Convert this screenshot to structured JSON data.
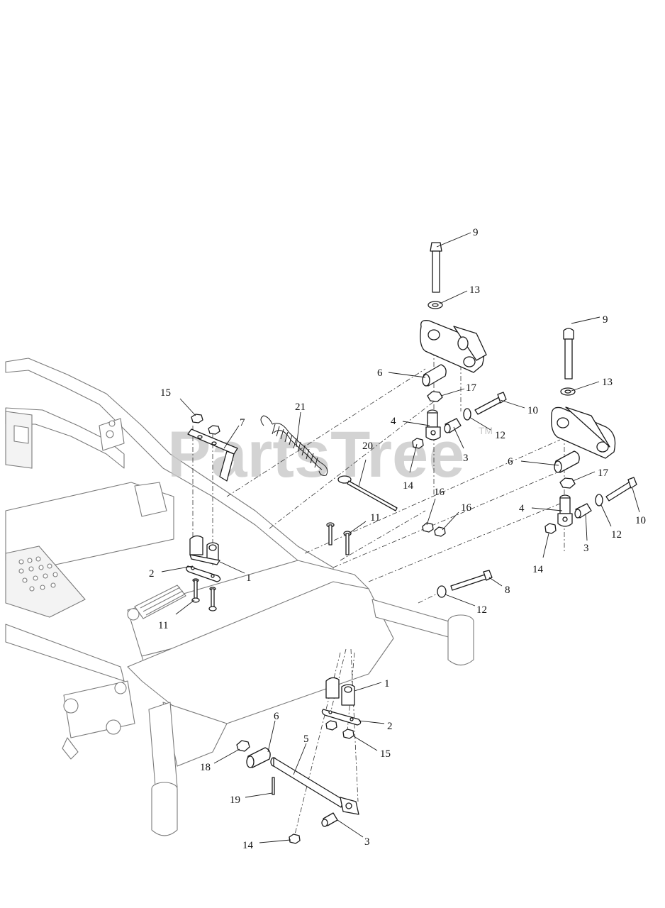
{
  "watermark": {
    "text": "PartsTree",
    "tm": "TM"
  },
  "callouts": [
    {
      "id": "c9a",
      "label": "9"
    },
    {
      "id": "c13a",
      "label": "13"
    },
    {
      "id": "c6a",
      "label": "6"
    },
    {
      "id": "c17a",
      "label": "17"
    },
    {
      "id": "c10a",
      "label": "10"
    },
    {
      "id": "c4a",
      "label": "4"
    },
    {
      "id": "c12a",
      "label": "12"
    },
    {
      "id": "c3a",
      "label": "3"
    },
    {
      "id": "c14a",
      "label": "14"
    },
    {
      "id": "c15a",
      "label": "15"
    },
    {
      "id": "c7",
      "label": "7"
    },
    {
      "id": "c21",
      "label": "21"
    },
    {
      "id": "c20",
      "label": "20"
    },
    {
      "id": "c16a",
      "label": "16"
    },
    {
      "id": "c16b",
      "label": "16"
    },
    {
      "id": "c11a",
      "label": "11"
    },
    {
      "id": "c9b",
      "label": "9"
    },
    {
      "id": "c13b",
      "label": "13"
    },
    {
      "id": "c6b",
      "label": "6"
    },
    {
      "id": "c17b",
      "label": "17"
    },
    {
      "id": "c10b",
      "label": "10"
    },
    {
      "id": "c4b",
      "label": "4"
    },
    {
      "id": "c12b",
      "label": "12"
    },
    {
      "id": "c3b",
      "label": "3"
    },
    {
      "id": "c14b",
      "label": "14"
    },
    {
      "id": "c2a",
      "label": "2"
    },
    {
      "id": "c1a",
      "label": "1"
    },
    {
      "id": "c11b",
      "label": "11"
    },
    {
      "id": "c8",
      "label": "8"
    },
    {
      "id": "c12c",
      "label": "12"
    },
    {
      "id": "c1b",
      "label": "1"
    },
    {
      "id": "c2b",
      "label": "2"
    },
    {
      "id": "c15b",
      "label": "15"
    },
    {
      "id": "c6c",
      "label": "6"
    },
    {
      "id": "c5",
      "label": "5"
    },
    {
      "id": "c18",
      "label": "18"
    },
    {
      "id": "c19",
      "label": "19"
    },
    {
      "id": "c14c",
      "label": "14"
    },
    {
      "id": "c3c",
      "label": "3"
    }
  ]
}
